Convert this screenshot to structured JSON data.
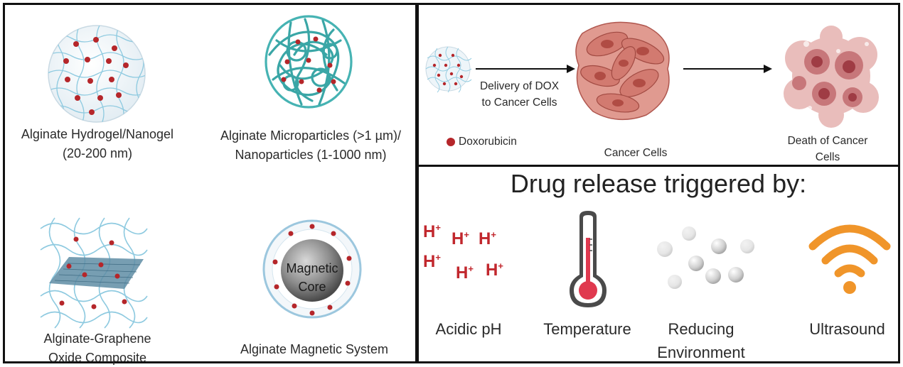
{
  "formulations": {
    "hydrogel": {
      "line1": "Alginate Hydrogel/Nanogel",
      "line2": "(20-200 nm)"
    },
    "microparticles": {
      "line1": "Alginate Microparticles (>1 µm)/",
      "line2": "Nanoparticles (1-1000 nm)"
    },
    "graphene": {
      "line1": "Alginate-Graphene",
      "line2": "Oxide Composite"
    },
    "magnetic": {
      "core_line1": "Magnetic",
      "core_line2": "Core",
      "label": "Alginate Magnetic System"
    }
  },
  "delivery": {
    "arrow_label_line1": "Delivery of DOX",
    "arrow_label_line2": "to Cancer Cells",
    "legend": "Doxorubicin",
    "cancer_cells": "Cancer Cells",
    "death_line1": "Death of Cancer",
    "death_line2": "Cells"
  },
  "triggers": {
    "title": "Drug release triggered by:",
    "proton": "H",
    "proton_charge": "+",
    "items": [
      {
        "label": "Acidic pH"
      },
      {
        "label": "Temperature"
      },
      {
        "label_line1": "Reducing",
        "label_line2": "Environment"
      },
      {
        "label": "Ultrasound"
      }
    ]
  },
  "colors": {
    "drug_dot": "#b5262a",
    "mesh": "#8ecae0",
    "micro": "#3aa6a6",
    "cell": "#d9837a",
    "thermo_red": "#e0394f",
    "wifi": "#f0952a"
  }
}
